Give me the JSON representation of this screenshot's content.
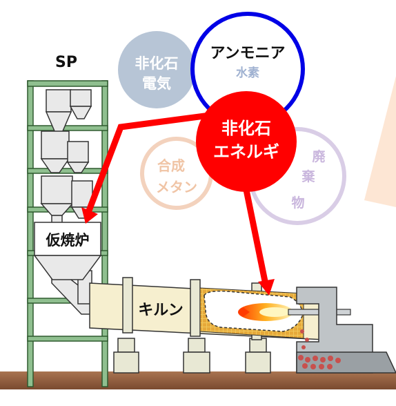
{
  "labels": {
    "sp": "SP",
    "precalciner": "仮焼炉",
    "kiln": "キルン"
  },
  "circles": {
    "non_fossil_electricity": {
      "line1": "非化石",
      "line2": "電気"
    },
    "ammonia_hydrogen": {
      "line1": "アンモニア",
      "line2": "水素"
    },
    "non_fossil_energy": {
      "line1": "非化石",
      "line2": "エネルギ"
    },
    "synthetic_methane": {
      "line1": "合成",
      "line2": "メタン"
    },
    "waste": {
      "line1": "廃",
      "line2": "棄",
      "line3": "物"
    }
  },
  "colors": {
    "red": "#ff0000",
    "blue": "#0000e6",
    "electricity_fill": "#b7c5d6",
    "synthetic_methane_stroke": "#f3d2bd",
    "waste_stroke": "#d9cde6",
    "kiln_body": "#f6efcf",
    "ground": "#8a5a3c"
  }
}
